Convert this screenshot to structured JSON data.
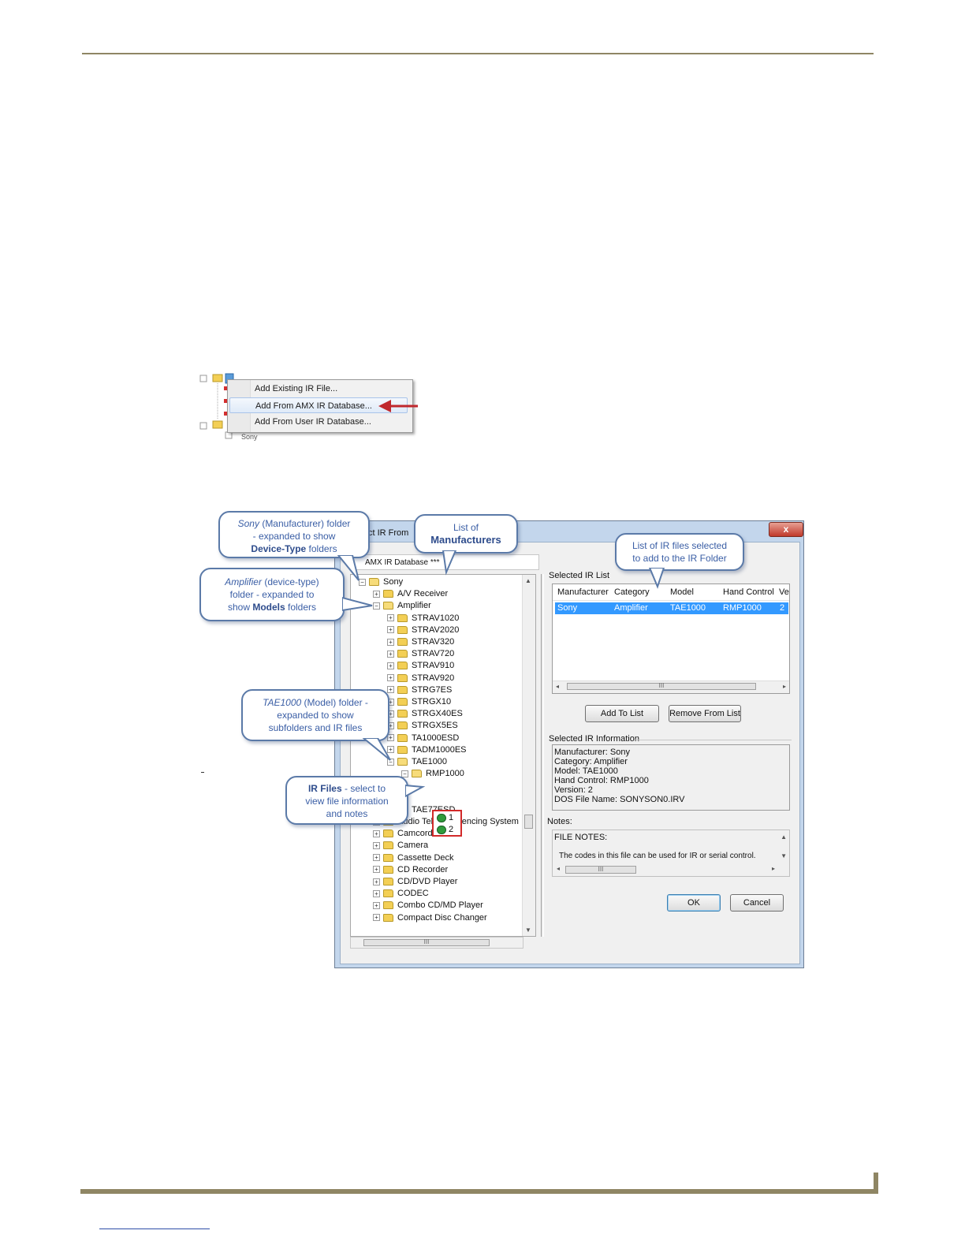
{
  "context_menu": {
    "items": [
      "Add Existing IR File...",
      "Add From AMX IR Database...",
      "Add From User IR Database..."
    ],
    "tree_fragment_text": "Sony"
  },
  "dialog": {
    "title": "ct IR From",
    "close_label": "x",
    "tree_header": "AMX IR Database ***",
    "tree": [
      {
        "label": "Sony",
        "level": 0,
        "open": true
      },
      {
        "label": "A/V Receiver",
        "level": 1,
        "open": false
      },
      {
        "label": "Amplifier",
        "level": 1,
        "open": true
      },
      {
        "label": "STRAV1020",
        "level": 2,
        "open": false
      },
      {
        "label": "STRAV2020",
        "level": 2,
        "open": false
      },
      {
        "label": "STRAV320",
        "level": 2,
        "open": false
      },
      {
        "label": "STRAV720",
        "level": 2,
        "open": false
      },
      {
        "label": "STRAV910",
        "level": 2,
        "open": false
      },
      {
        "label": "STRAV920",
        "level": 2,
        "open": false
      },
      {
        "label": "STRG7ES",
        "level": 2,
        "open": false
      },
      {
        "label": "STRGX10",
        "level": 2,
        "open": false
      },
      {
        "label": "STRGX40ES",
        "level": 2,
        "open": false
      },
      {
        "label": "STRGX5ES",
        "level": 2,
        "open": false
      },
      {
        "label": "TA1000ESD",
        "level": 2,
        "open": false
      },
      {
        "label": "TADM1000ES",
        "level": 2,
        "open": false
      },
      {
        "label": "TAE1000",
        "level": 2,
        "open": true
      },
      {
        "label": "RMP1000",
        "level": 3,
        "open": true
      },
      {
        "label": "",
        "level": 4,
        "open": false
      },
      {
        "label": "",
        "level": 4,
        "open": false
      },
      {
        "label": "TAE77ESD",
        "level": 2,
        "open": false
      },
      {
        "label": "Audio Teleconferencing System",
        "level": 1,
        "open": false
      },
      {
        "label": "Camcorder",
        "level": 1,
        "open": false
      },
      {
        "label": "Camera",
        "level": 1,
        "open": false
      },
      {
        "label": "Cassette Deck",
        "level": 1,
        "open": false
      },
      {
        "label": "CD Recorder",
        "level": 1,
        "open": false
      },
      {
        "label": "CD/DVD Player",
        "level": 1,
        "open": false
      },
      {
        "label": "CODEC",
        "level": 1,
        "open": false
      },
      {
        "label": "Combo CD/MD Player",
        "level": 1,
        "open": false
      },
      {
        "label": "Compact Disc Changer",
        "level": 1,
        "open": false
      }
    ],
    "ir_files": [
      "1",
      "2"
    ],
    "tree_hscroll_label": "III",
    "selected_list_label": "Selected IR List",
    "columns": [
      "Manufacturer",
      "Category",
      "Model",
      "Hand Control",
      "Ve"
    ],
    "selected_row": [
      "Sony",
      "Amplifier",
      "TAE1000",
      "RMP1000",
      "2"
    ],
    "grid_hscroll_label": "III",
    "add_to_list": "Add To List",
    "remove_from_list": "Remove From List",
    "info_label": "Selected IR Information",
    "info_lines": [
      "Manufacturer:  Sony",
      "Category:  Amplifier",
      "Model:  TAE1000",
      "Hand Control:  RMP1000",
      "Version:  2",
      "DOS File Name:  SONYSON0.IRV"
    ],
    "notes_label": "Notes:",
    "notes_title": "FILE NOTES:",
    "notes_text": "The codes in this file can be used for IR or serial control.",
    "notes_hscroll_label": "III",
    "ok": "OK",
    "cancel": "Cancel"
  },
  "callouts": {
    "sony": {
      "italic": "Sony",
      "line1_rest": " (Manufacturer) folder",
      "line2": "- expanded to show",
      "bold": "Device-Type",
      "line3_rest": " folders"
    },
    "manufacturers": {
      "line1": "List of",
      "bold": "Manufacturers"
    },
    "irlist": {
      "line1": "List of IR files selected",
      "line2": "to add to the IR Folder"
    },
    "amplifier": {
      "italic": "Amplifier",
      "line1_rest": " (device-type)",
      "line2": "folder - expanded to",
      "line3_pre": "show ",
      "bold": "Models",
      "line3_rest": " folders"
    },
    "tae": {
      "italic": "TAE1000",
      "line1_rest": " (Model) folder -",
      "line2": "expanded to show",
      "line3": "subfolders and IR files"
    },
    "irfiles": {
      "bold": "IR Files",
      "line1_rest": " - select to",
      "line2": "view file information",
      "line3": "and notes"
    }
  },
  "colors": {
    "rule": "#8f8664",
    "callout_text": "#3a5ea5",
    "selection": "#3399ff",
    "highlight_box": "#d22a2a"
  }
}
